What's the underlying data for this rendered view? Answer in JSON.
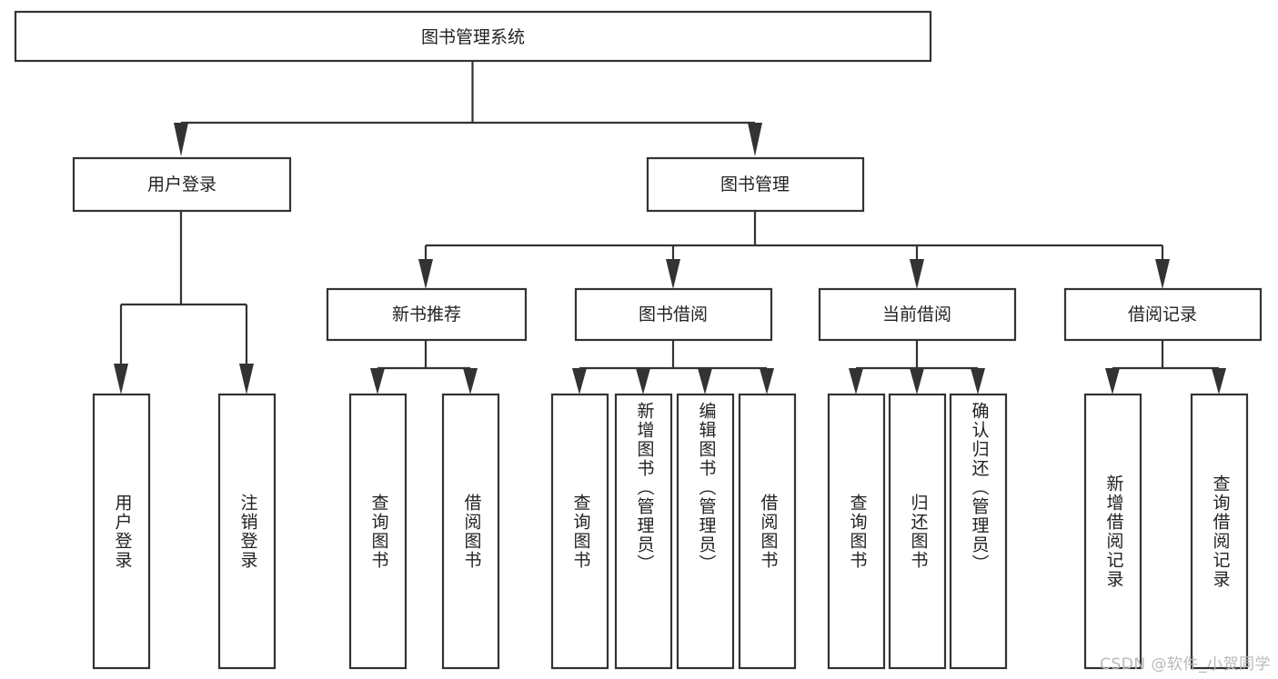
{
  "diagram": {
    "type": "tree-hierarchy",
    "title": "图书管理系统",
    "watermark": "CSDN @软件_小贺同学",
    "colors": {
      "background": "#ffffff",
      "box_fill": "#ffffff",
      "stroke": "#333333",
      "text": "#222222",
      "watermark": "#b9b9b9"
    },
    "levels": [
      {
        "level": 1,
        "nodes": [
          {
            "id": "root",
            "label": "图书管理系统",
            "orientation": "horizontal"
          }
        ]
      },
      {
        "level": 2,
        "nodes": [
          {
            "id": "login",
            "label": "用户登录",
            "orientation": "horizontal",
            "parent": "root"
          },
          {
            "id": "bookmgmt",
            "label": "图书管理",
            "orientation": "horizontal",
            "parent": "root"
          }
        ]
      },
      {
        "level": 3,
        "nodes": [
          {
            "id": "newbook",
            "label": "新书推荐",
            "orientation": "horizontal",
            "parent": "bookmgmt"
          },
          {
            "id": "borrow",
            "label": "图书借阅",
            "orientation": "horizontal",
            "parent": "bookmgmt"
          },
          {
            "id": "current",
            "label": "当前借阅",
            "orientation": "horizontal",
            "parent": "bookmgmt"
          },
          {
            "id": "record",
            "label": "借阅记录",
            "orientation": "horizontal",
            "parent": "bookmgmt"
          }
        ]
      },
      {
        "level": 4,
        "nodes": [
          {
            "id": "leaf1",
            "label": "用户登录",
            "orientation": "vertical",
            "parent": "login"
          },
          {
            "id": "leaf2",
            "label": "注销登录",
            "orientation": "vertical",
            "parent": "login"
          },
          {
            "id": "leaf3",
            "label": "查询图书",
            "orientation": "vertical",
            "parent": "newbook"
          },
          {
            "id": "leaf4",
            "label": "借阅图书",
            "orientation": "vertical",
            "parent": "newbook"
          },
          {
            "id": "leaf5",
            "label": "查询图书",
            "orientation": "vertical",
            "parent": "borrow"
          },
          {
            "id": "leaf6",
            "label": "新增图书（管理员）",
            "orientation": "vertical",
            "parent": "borrow"
          },
          {
            "id": "leaf7",
            "label": "编辑图书（管理员）",
            "orientation": "vertical",
            "parent": "borrow"
          },
          {
            "id": "leaf8",
            "label": "借阅图书",
            "orientation": "vertical",
            "parent": "borrow"
          },
          {
            "id": "leaf9",
            "label": "查询图书",
            "orientation": "vertical",
            "parent": "current"
          },
          {
            "id": "leaf10",
            "label": "归还图书",
            "orientation": "vertical",
            "parent": "current"
          },
          {
            "id": "leaf11",
            "label": "确认归还（管理员）",
            "orientation": "vertical",
            "parent": "current"
          },
          {
            "id": "leaf12",
            "label": "新增借阅记录",
            "orientation": "vertical",
            "parent": "record"
          },
          {
            "id": "leaf13",
            "label": "查询借阅记录",
            "orientation": "vertical",
            "parent": "record"
          }
        ]
      }
    ]
  }
}
